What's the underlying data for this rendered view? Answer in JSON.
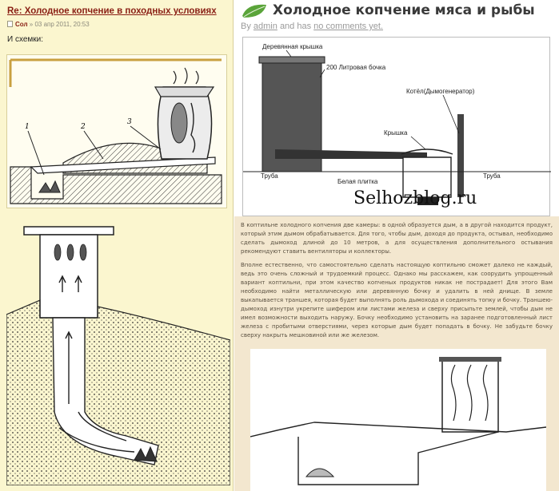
{
  "left_panel": {
    "post_title": "Re: Холодное копчение в походных условиях",
    "meta_author": "Сол",
    "meta_date": "» 03 апр 2011, 20:53",
    "body_text": "И схемки:",
    "figure1_labels": [
      "1",
      "2",
      "3"
    ]
  },
  "right_panel": {
    "article_title": "Холодное копчение мяса и рыбы",
    "byline_prefix": "By",
    "byline_author": "admin",
    "byline_middle": "and has",
    "byline_comments": "no comments yet.",
    "diagram_labels": {
      "lid": "Деревянная крышка",
      "barrel": "200 Литровая бочка",
      "boiler": "Котёл(Дымогенератор)",
      "cover": "Крышка",
      "pipe_left": "Труба",
      "brick": "Белая плитка",
      "pipe_right": "Труба"
    },
    "watermark": "Selhozblog.ru",
    "paragraph1": "В коптильне холодного копчения две камеры: в одной образуется дым, а в другой находится продукт, который этим дымом обрабатывается. Для того, чтобы дым, доходя до продукта, остывал, необходимо сделать дымоход длиной до 10 метров, а для осуществления дополнительного остывания рекомендуют ставить вентиляторы и коллекторы.",
    "paragraph2": "Вполне естественно, что самостоятельно сделать настоящую коптильню сможет далеко не каждый, ведь это очень сложный и трудоемкий процесс. Однако мы расскажем, как соорудить упрощенный вариант коптильни, при этом качество копченых продуктов никак не пострадает! Для этого Вам необходимо найти металлическую или деревянную бочку и удалить в ней днище. В земле выкапывается траншея, которая будет выполнять роль дымохода и соединять топку и бочку. Траншею-дымоход изнутри укрепите шифером или листами железа и сверху присыпьте землей, чтобы дым не имел возможности выходить наружу. Бочку необходимо установить на заранее подготовленный лист железа с пробитыми отверстиями, через которые дым будет попадать в бочку. Не забудьте бочку сверху накрыть мешковиной или же железом."
  },
  "colors": {
    "left_bg": "#fbf6cf",
    "title_red": "#8a1f14",
    "text_box_bg": "#f3e7cf",
    "leaf_green": "#5aa43a"
  }
}
